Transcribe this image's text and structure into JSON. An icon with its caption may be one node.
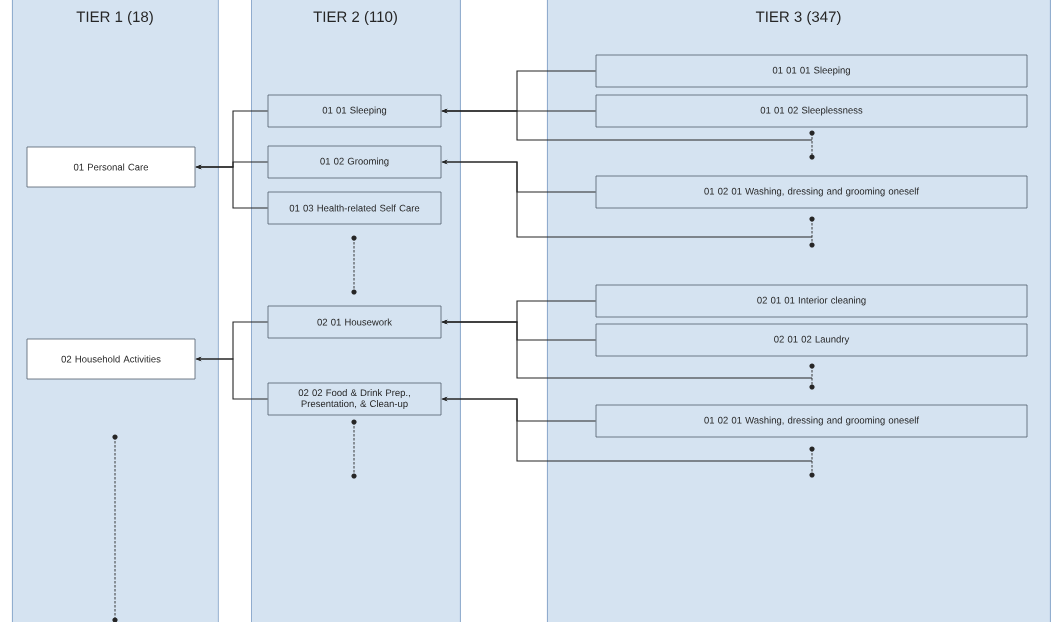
{
  "diagram": {
    "nodes": [
      {
        "text": [
          "TIER 1 (18)"
        ]
      },
      {
        "text": [
          "TIER 2 (110)"
        ]
      },
      {
        "text": [
          "TIER 3 (347)"
        ]
      },
      {
        "text": [
          "01 Personal Care"
        ],
        "in": 0
      },
      {
        "text": [
          "02 Household Activities"
        ],
        "in": 0
      },
      {
        "text": [
          "01 01 Sleeping"
        ],
        "in": 1
      },
      {
        "text": [
          "01 02 Grooming"
        ],
        "in": 1
      },
      {
        "text": [
          "01 03 Health-related Self Care"
        ],
        "in": 1
      },
      {
        "text": [
          "02 01 Housework"
        ],
        "in": 1
      },
      {
        "text": [
          "02 02 Food & Drink Prep., Presentation, & Clean-up"
        ],
        "in": 1
      },
      {
        "text": [
          "01 01 01 Sleeping"
        ],
        "in": 2
      },
      {
        "text": [
          "01 01 02 Sleeplessness"
        ],
        "in": 2
      },
      {
        "text": [
          "01 02 01 Washing, dressing and grooming oneself"
        ],
        "in": 2
      },
      {
        "text": [
          "02 01 01 Interior cleaning"
        ],
        "in": 2
      },
      {
        "text": [
          "02 01 02 Laundry"
        ],
        "in": 2
      },
      {
        "text": [
          "01 02 01 Washing, dressing and grooming oneself"
        ],
        "in": 2
      }
    ],
    "edges": [
      {
        "from": 5,
        "to": 3,
        "arrow": "to"
      },
      {
        "from": 6,
        "to": 3,
        "arrow": "to"
      },
      {
        "from": 7,
        "to": 3,
        "arrow": "to"
      },
      {
        "from": 8,
        "to": 4,
        "arrow": "to"
      },
      {
        "from": 9,
        "to": 4,
        "arrow": "to"
      },
      {
        "from": 10,
        "to": 5,
        "arrow": "to"
      },
      {
        "from": 11,
        "to": 5,
        "arrow": "to"
      },
      {
        "from": null,
        "to": 5,
        "arrow": "to"
      },
      {
        "from": 12,
        "to": 6,
        "arrow": "to"
      },
      {
        "from": null,
        "to": 6,
        "arrow": "to"
      },
      {
        "from": 13,
        "to": 8,
        "arrow": "to"
      },
      {
        "from": 14,
        "to": 8,
        "arrow": "to"
      },
      {
        "from": null,
        "to": 8,
        "arrow": "to"
      },
      {
        "from": 15,
        "to": 9,
        "arrow": "to"
      },
      {
        "from": null,
        "to": 9,
        "arrow": "to"
      }
    ]
  }
}
